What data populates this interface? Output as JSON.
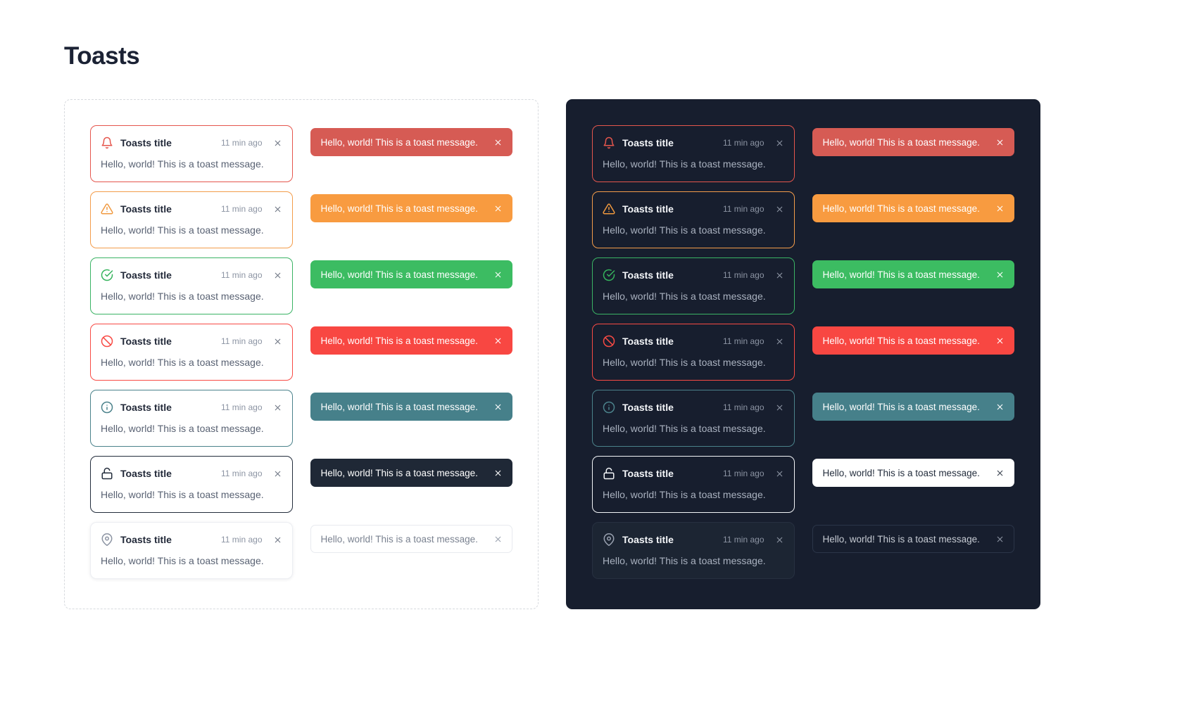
{
  "page": {
    "title": "Toasts"
  },
  "toast": {
    "title": "Toasts title",
    "timestamp": "11 min ago",
    "message": "Hello, world! This is a toast message."
  },
  "panels": [
    {
      "theme": "light"
    },
    {
      "theme": "dark"
    }
  ],
  "colors": {
    "page_background": "#ffffff",
    "heading_text": "#1b2234",
    "light_panel_dashed_border": "#d7dade",
    "dark_panel_background": "#171e2e",
    "timestamp_text": "#8c94a3",
    "message_text_light": "#596273",
    "message_text_dark": "#a9b1bf"
  },
  "variants": [
    {
      "name": "notification",
      "icon": "bell-icon",
      "themes": {
        "light": {
          "card_border": "#e5564d",
          "icon_color": "#e5564d",
          "simple_bg": "#d65b54",
          "simple_border": "#d65b54",
          "simple_text": "#ffffff",
          "simple_close": "#ffffff"
        },
        "dark": {
          "card_border": "#e5564d",
          "icon_color": "#e5564d",
          "simple_bg": "#d65b54",
          "simple_border": "#d65b54",
          "simple_text": "#ffffff",
          "simple_close": "#ffffff"
        }
      }
    },
    {
      "name": "warning",
      "icon": "alert-triangle-icon",
      "themes": {
        "light": {
          "card_border": "#f39c4a",
          "icon_color": "#f0993f",
          "simple_bg": "#f89b40",
          "simple_border": "#f89b40",
          "simple_text": "#ffffff",
          "simple_close": "#ffffff"
        },
        "dark": {
          "card_border": "#f39c4a",
          "icon_color": "#f0993f",
          "simple_bg": "#f89b40",
          "simple_border": "#f89b40",
          "simple_text": "#ffffff",
          "simple_close": "#ffffff"
        }
      }
    },
    {
      "name": "success",
      "icon": "check-circle-icon",
      "themes": {
        "light": {
          "card_border": "#3ab364",
          "icon_color": "#35b35c",
          "simple_bg": "#3cbc62",
          "simple_border": "#3cbc62",
          "simple_text": "#ffffff",
          "simple_close": "#ffffff"
        },
        "dark": {
          "card_border": "#3ab364",
          "icon_color": "#35b35c",
          "simple_bg": "#3cbc62",
          "simple_border": "#3cbc62",
          "simple_text": "#ffffff",
          "simple_close": "#ffffff"
        }
      }
    },
    {
      "name": "error",
      "icon": "slash-circle-icon",
      "themes": {
        "light": {
          "card_border": "#f84a44",
          "icon_color": "#f84a44",
          "simple_bg": "#f84742",
          "simple_border": "#f84742",
          "simple_text": "#ffffff",
          "simple_close": "#ffffff"
        },
        "dark": {
          "card_border": "#f84a44",
          "icon_color": "#f84a44",
          "simple_bg": "#f84742",
          "simple_border": "#f84742",
          "simple_text": "#ffffff",
          "simple_close": "#ffffff"
        }
      }
    },
    {
      "name": "info",
      "icon": "info-circle-icon",
      "themes": {
        "light": {
          "card_border": "#4b828b",
          "icon_color": "#4b828b",
          "simple_bg": "#46808a",
          "simple_border": "#46808a",
          "simple_text": "#ffffff",
          "simple_close": "#ffffff"
        },
        "dark": {
          "card_border": "#4b828b",
          "icon_color": "#4b828b",
          "simple_bg": "#46808a",
          "simple_border": "#46808a",
          "simple_text": "#ffffff",
          "simple_close": "#ffffff"
        }
      }
    },
    {
      "name": "dark",
      "icon": "unlock-icon",
      "themes": {
        "light": {
          "card_border": "#232d3c",
          "icon_color": "#232d3c",
          "simple_bg": "#1f2836",
          "simple_border": "#1f2836",
          "simple_text": "#ffffff",
          "simple_close": "#ffffff"
        },
        "dark": {
          "card_border": "#f2f4f7",
          "icon_color": "#f2f4f7",
          "simple_bg": "#ffffff",
          "simple_border": "#ffffff",
          "simple_text": "#242e3d",
          "simple_close": "#39414f"
        }
      }
    },
    {
      "name": "neutral",
      "icon": "map-pin-icon",
      "themes": {
        "light": {
          "card_border": "#eceef2",
          "card_bg": "#ffffff",
          "card_shadow": true,
          "icon_color": "#8c94a3",
          "simple_bg": "#ffffff",
          "simple_border": "#e8eaef",
          "simple_text": "#7a8290",
          "simple_close": "#9aa1ae"
        },
        "dark": {
          "card_border": "#273040",
          "card_bg": "#1c2533",
          "icon_color": "#99a1b0",
          "simple_bg": "transparent",
          "simple_border": "#2b3548",
          "simple_text": "#c6cbd3",
          "simple_close": "#8c94a3"
        }
      }
    }
  ]
}
